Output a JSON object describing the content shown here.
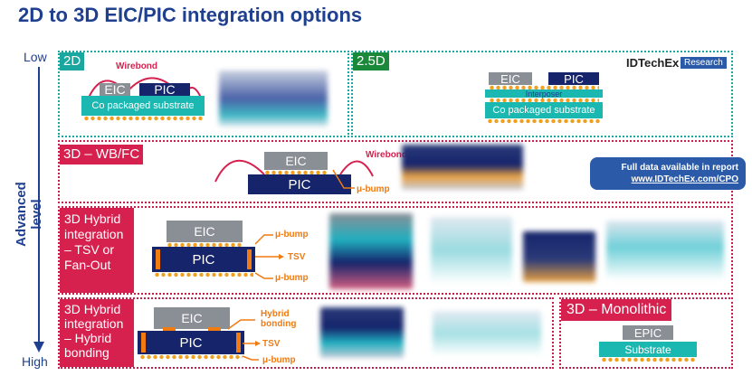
{
  "title": "2D to 3D EIC/PIC integration options",
  "axis": {
    "low": "Low",
    "high": "High",
    "label": "Advanced level"
  },
  "brand": {
    "name": "IDTechEx",
    "sub": "Research"
  },
  "notice": {
    "line1": "Full data available in report",
    "line2": "www.IDTechEx.com/CPO"
  },
  "colors": {
    "navy": "#15246b",
    "teal": "#1ab8b0",
    "red": "#d6204e",
    "orange": "#f07b10",
    "grey": "#8a8e95"
  },
  "sections": {
    "s2d": {
      "tag": "2D",
      "wirebond": "Wirebond",
      "eic": "EIC",
      "pic": "PIC",
      "substrate": "Co packaged substrate"
    },
    "s25d": {
      "tag": "2.5D",
      "eic": "EIC",
      "pic": "PIC",
      "interposer": "Interposer",
      "substrate": "Co packaged substrate"
    },
    "s3dwb": {
      "tag": "3D – WB/FC",
      "eic": "EIC",
      "pic": "PIC",
      "wirebond": "Wirebond",
      "ubump": "μ-bump"
    },
    "s3dtsv": {
      "tag_lines": [
        "3D Hybrid",
        "integration",
        "– TSV or",
        "Fan-Out"
      ],
      "eic": "EIC",
      "pic": "PIC",
      "ubump_top": "μ-bump",
      "tsv": "TSV",
      "ubump_bottom": "μ-bump"
    },
    "s3dhb": {
      "tag_lines": [
        "3D Hybrid",
        "integration",
        "– Hybrid",
        "bonding"
      ],
      "eic": "EIC",
      "pic": "PIC",
      "hybrid_bonding_lines": [
        "Hybrid",
        "bonding"
      ],
      "tsv": "TSV",
      "ubump": "μ-bump"
    },
    "s3dmono": {
      "tag": "3D – Monolithic",
      "epic": "EPIC",
      "substrate": "Substrate"
    }
  }
}
